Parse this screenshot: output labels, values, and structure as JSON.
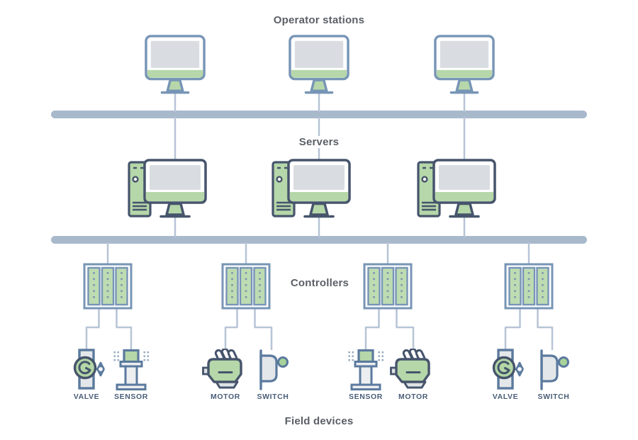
{
  "diagram": {
    "type": "network-architecture",
    "labels": {
      "operator_stations": "Operator stations",
      "servers": "Servers",
      "controllers": "Controllers",
      "field_devices": "Field devices"
    },
    "layers": [
      {
        "name": "operator-stations",
        "node_count": 3,
        "node_type": "monitor"
      },
      {
        "name": "servers",
        "node_count": 3,
        "node_type": "server-workstation"
      },
      {
        "name": "controllers",
        "node_count": 4,
        "node_type": "controller-rack"
      }
    ],
    "buses": 2,
    "field_device_groups": [
      {
        "devices": [
          {
            "type": "valve",
            "label": "VALVE"
          },
          {
            "type": "sensor",
            "label": "SENSOR"
          }
        ]
      },
      {
        "devices": [
          {
            "type": "motor",
            "label": "MOTOR"
          },
          {
            "type": "switch",
            "label": "SWITCH"
          }
        ]
      },
      {
        "devices": [
          {
            "type": "sensor",
            "label": "SENSOR"
          },
          {
            "type": "motor",
            "label": "MOTOR"
          }
        ]
      },
      {
        "devices": [
          {
            "type": "valve",
            "label": "VALVE"
          },
          {
            "type": "switch",
            "label": "SWITCH"
          }
        ]
      }
    ],
    "colors": {
      "bus": "#a9b9cc",
      "wire": "#b7c4d6",
      "outline_light_blue": "#7795b6",
      "outline_dark_navy": "#46546c",
      "outline_device_blue": "#5b7a9e",
      "fill_green": "#b6d7a9",
      "fill_screen_gray": "#d9dde1",
      "fill_device_gray": "#e4e7ea",
      "section_label_text": "#5a5f66",
      "device_label_text": "#4a5d78"
    }
  }
}
